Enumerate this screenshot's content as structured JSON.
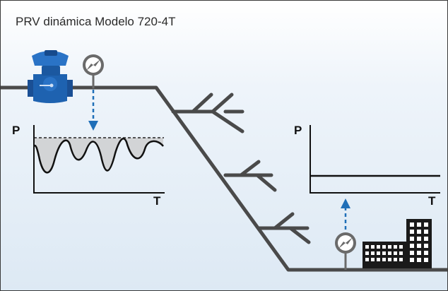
{
  "title": "PRV dinámica Modelo 720-4T",
  "graph_left": {
    "y_label": "P",
    "x_label": "T",
    "trace": "fluctuating"
  },
  "graph_right": {
    "y_label": "P",
    "x_label": "T",
    "trace": "constant"
  },
  "icons": [
    "valve-icon",
    "pressure-gauge-icon",
    "building-icon"
  ],
  "colors": {
    "pipe": "#4a4a4a",
    "valve_blue": "#1e62b0",
    "arrow_blue": "#1f6fb8",
    "fill_gray": "#d2d4d6"
  }
}
